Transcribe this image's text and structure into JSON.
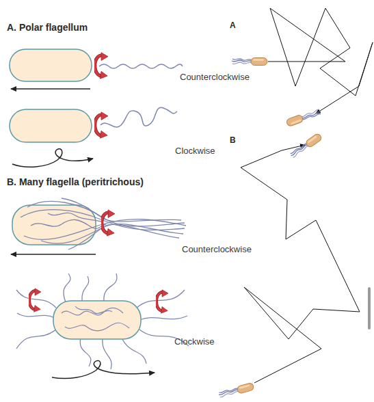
{
  "diagram": {
    "labels": [
      "A. Polar flagellum",
      "Counterclockwise",
      "Clockwise",
      "B. Many flagella (peritrichous)",
      "Counterclockwise",
      "Clockwise",
      "A",
      "B"
    ]
  }
}
